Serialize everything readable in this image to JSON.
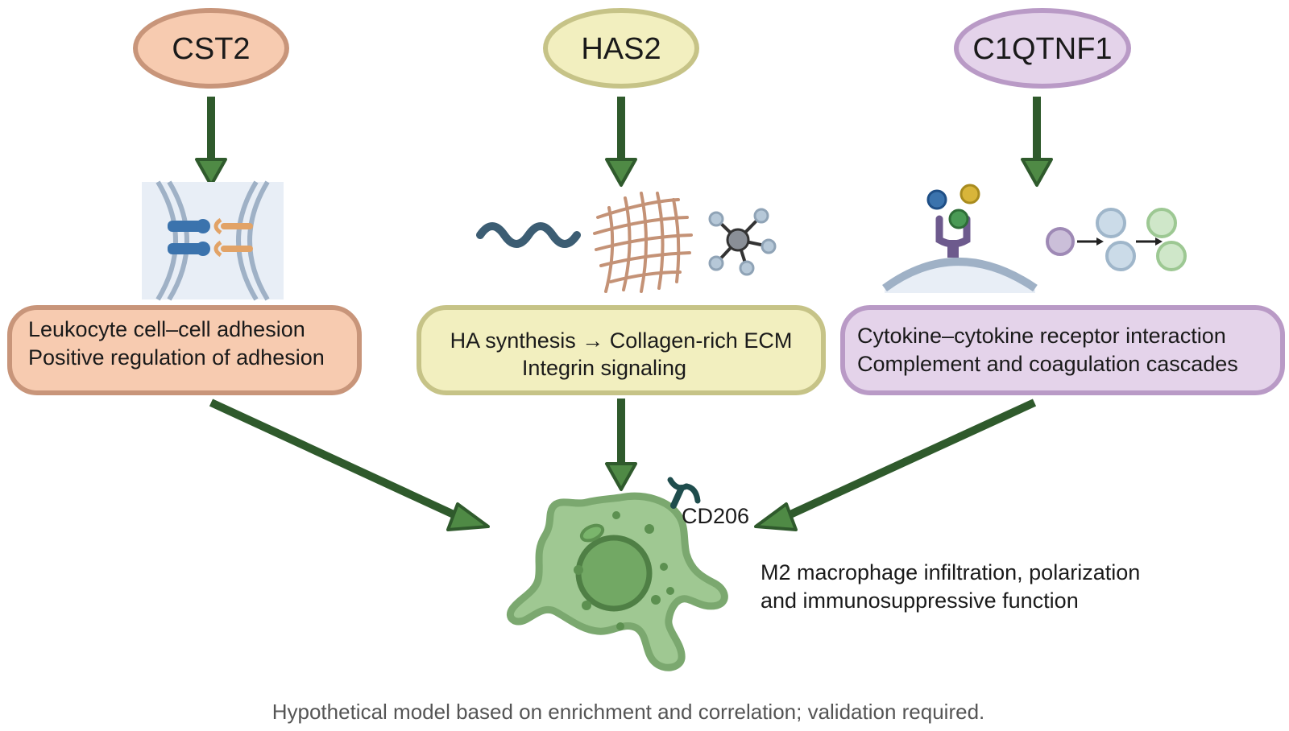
{
  "genes": [
    {
      "label": "CST2",
      "fill": "#f7cbb0",
      "stroke": "#c8957a"
    },
    {
      "label": "HAS2",
      "fill": "#f2efbf",
      "stroke": "#c6c387"
    },
    {
      "label": "C1QTNF1",
      "fill": "#e4d3ea",
      "stroke": "#b99ac6"
    }
  ],
  "pathways": [
    {
      "lines": [
        "Leukocyte cell–cell adhesion",
        "Positive regulation of adhesion"
      ]
    },
    {
      "lines": [
        "HA synthesis → Collagen-rich ECM",
        "Integrin signaling"
      ]
    },
    {
      "lines": [
        "Cytokine–cytokine receptor interaction",
        "Complement and coagulation cascades"
      ]
    }
  ],
  "macrophage": {
    "marker_label": "CD206",
    "outcome_lines": [
      "M2 macrophage infiltration, polarization",
      "and immunosuppressive function"
    ]
  },
  "footer": "Hypothetical model based on enrichment and correlation; validation required.",
  "colors": {
    "arrow": "#2f5a2c",
    "arrow_head_fill": "#4f8a45",
    "cell_fill": "#9fc892",
    "cell_stroke": "#7ba86f",
    "nucleus_fill": "#72a864",
    "membrane": "#9fb1c6",
    "receptor_blue": "#3b73ad",
    "receptor_orange": "#e2a367",
    "ha_chain": "#3c5d73",
    "collagen": "#c49276",
    "ligand_purple": "#6d5a8d",
    "cd206": "#1f4d4d"
  }
}
